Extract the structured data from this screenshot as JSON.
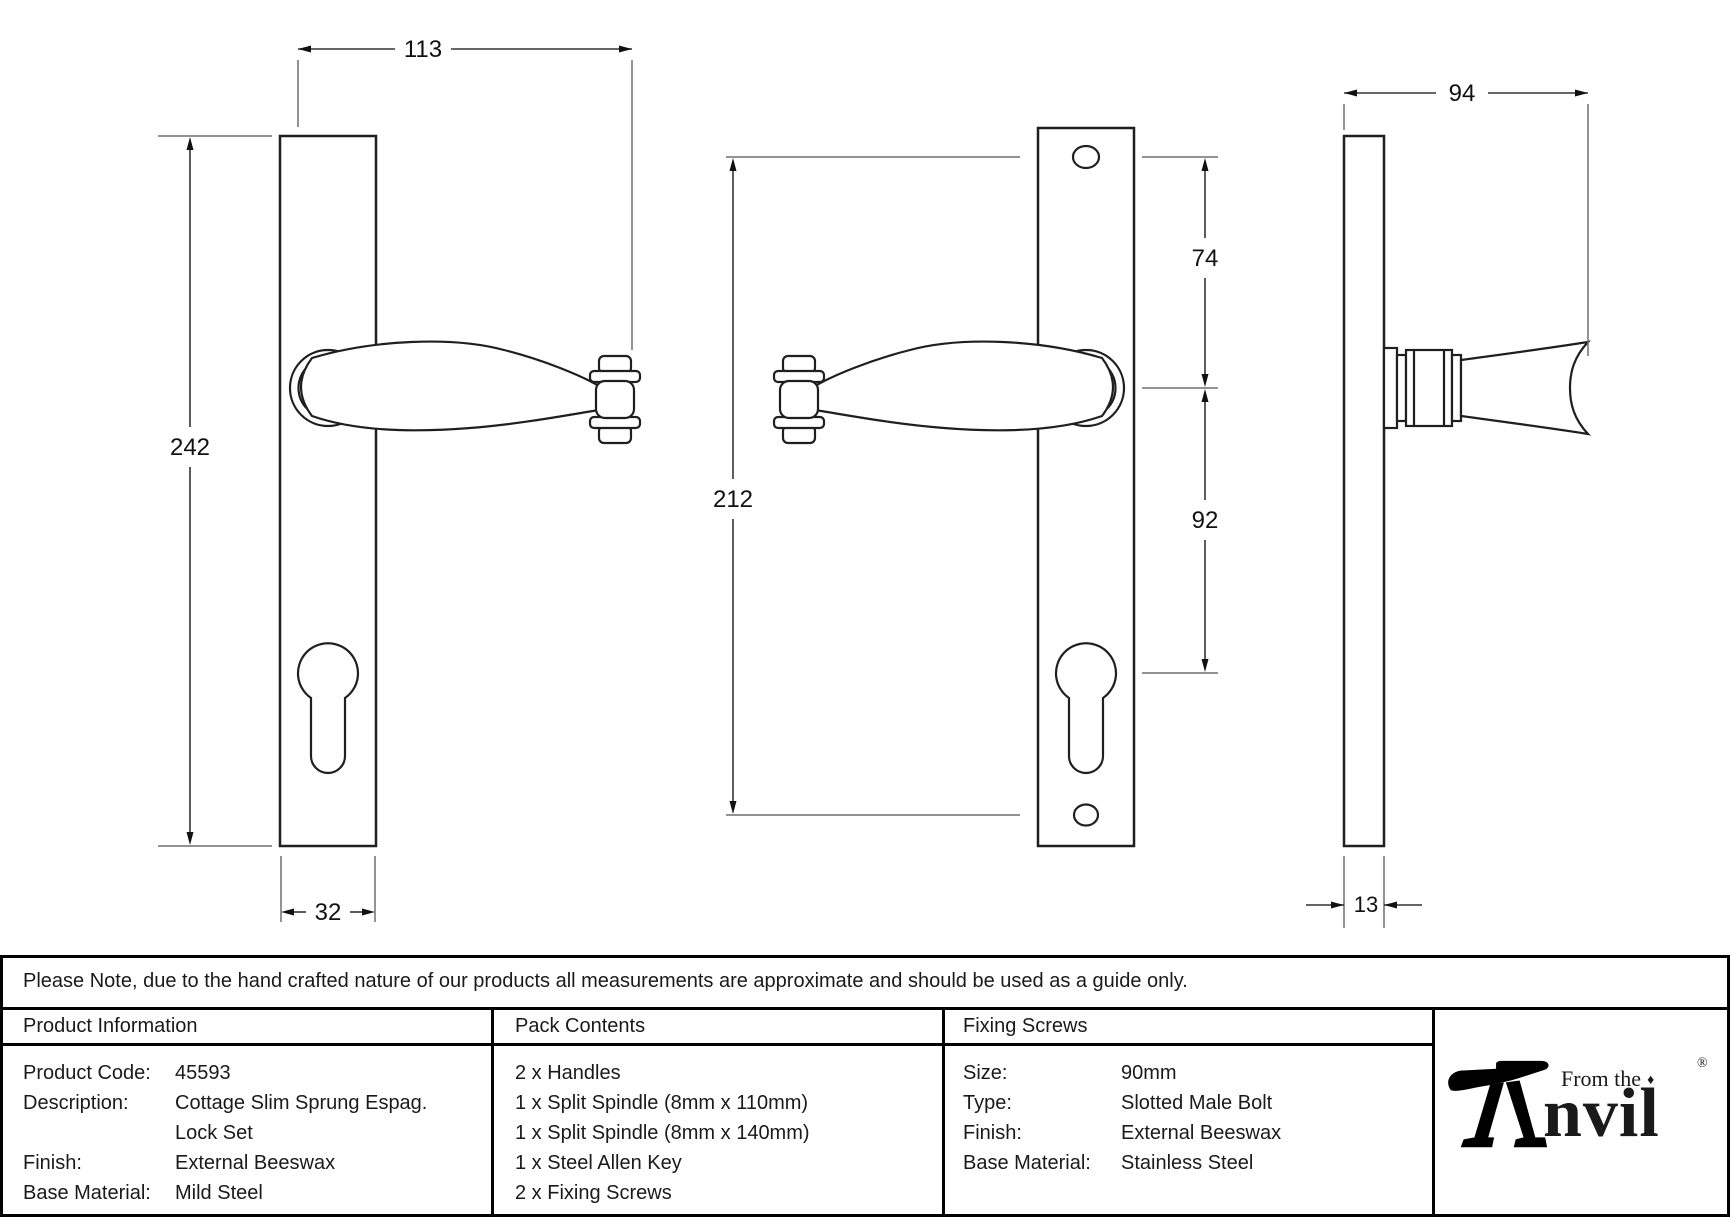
{
  "drawing": {
    "dimensions": {
      "front_width": "113",
      "front_height": "242",
      "plate_width": "32",
      "screw_centres": "212",
      "screw_to_handle": "74",
      "handle_to_cylinder": "92",
      "side_projection": "94",
      "plate_thickness": "13"
    }
  },
  "note": {
    "text": "Please Note, due to the hand crafted nature of our products all measurements are approximate and should be used as a guide only."
  },
  "table": {
    "product_information": {
      "header": "Product Information",
      "rows": [
        {
          "label": "Product Code:",
          "value": "45593"
        },
        {
          "label": "Description:",
          "value": "Cottage Slim Sprung Espag."
        },
        {
          "label": "",
          "value": "Lock Set"
        },
        {
          "label": "Finish:",
          "value": "External Beeswax"
        },
        {
          "label": "Base Material:",
          "value": "Mild Steel"
        }
      ]
    },
    "pack_contents": {
      "header": "Pack Contents",
      "items": [
        "2 x Handles",
        "1 x Split Spindle (8mm x 110mm)",
        "1 x Split Spindle (8mm x 140mm)",
        "1 x Steel Allen Key",
        "2 x Fixing Screws"
      ]
    },
    "fixing_screws": {
      "header": "Fixing Screws",
      "rows": [
        {
          "label": "Size:",
          "value": "90mm"
        },
        {
          "label": "Type:",
          "value": "Slotted Male Bolt"
        },
        {
          "label": "Finish:",
          "value": "External Beeswax"
        },
        {
          "label": "Base Material:",
          "value": "Stainless Steel"
        }
      ]
    }
  },
  "logo": {
    "icon": "anvil-icon",
    "prefix": "From the",
    "diamond": "♦",
    "suffix": "nvil",
    "registered": "®"
  },
  "colors": {
    "ink": "#1f1f1f",
    "dim_line": "#333333",
    "extension_line": "#6e6e6e",
    "background": "#ffffff"
  }
}
